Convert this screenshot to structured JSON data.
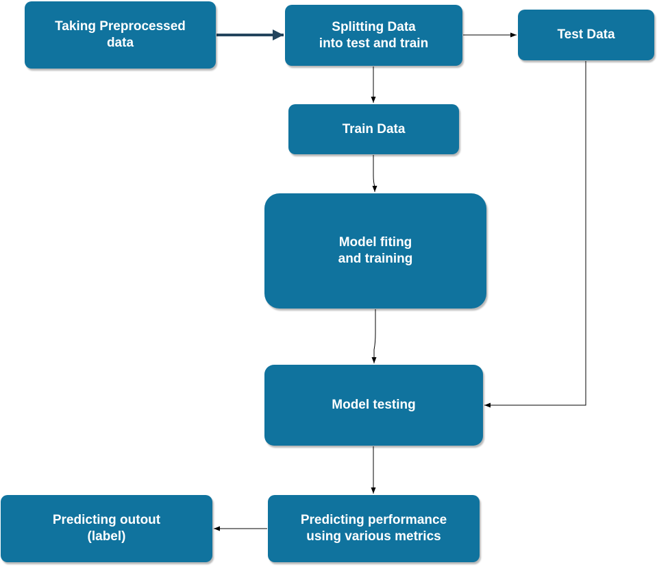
{
  "diagram": {
    "nodes": {
      "preprocessed": {
        "label": "Taking Preprocessed\ndata"
      },
      "splitting": {
        "label": "Splitting Data\ninto test and train"
      },
      "test_data": {
        "label": "Test Data"
      },
      "train_data": {
        "label": "Train Data"
      },
      "model_fitting": {
        "label": "Model fiting\nand training"
      },
      "model_testing": {
        "label": "Model testing"
      },
      "performance": {
        "label": "Predicting performance\nusing various metrics"
      },
      "output": {
        "label": "Predicting outout\n(label)"
      }
    },
    "edges": [
      {
        "from": "preprocessed",
        "to": "splitting"
      },
      {
        "from": "splitting",
        "to": "test_data"
      },
      {
        "from": "splitting",
        "to": "train_data"
      },
      {
        "from": "train_data",
        "to": "model_fitting"
      },
      {
        "from": "model_fitting",
        "to": "model_testing"
      },
      {
        "from": "test_data",
        "to": "model_testing"
      },
      {
        "from": "model_testing",
        "to": "performance"
      },
      {
        "from": "performance",
        "to": "output"
      }
    ],
    "colors": {
      "node_fill": "#10739e",
      "node_text": "#ffffff",
      "thick_arrow": "#23445d",
      "thin_arrow": "#000000"
    }
  }
}
